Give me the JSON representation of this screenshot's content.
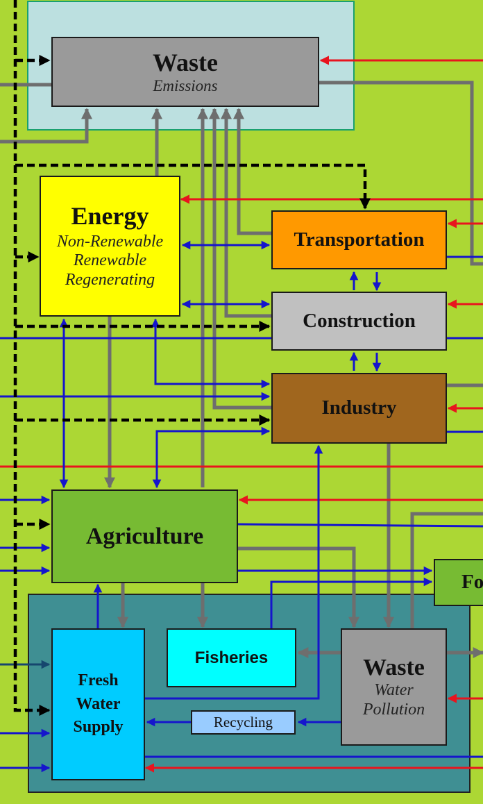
{
  "nodes": {
    "waste_emissions": {
      "title": "Waste",
      "subtitle": "Emissions"
    },
    "energy": {
      "title": "Energy",
      "lines": [
        "Non-Renewable",
        "Renewable",
        "Regenerating"
      ]
    },
    "transportation": {
      "title": "Transportation"
    },
    "construction": {
      "title": "Construction"
    },
    "industry": {
      "title": "Industry"
    },
    "agriculture": {
      "title": "Agriculture"
    },
    "food": {
      "title": "Fo"
    },
    "fisheries": {
      "title": "Fisheries"
    },
    "fresh_water": {
      "lines": [
        "Fresh",
        "Water",
        "Supply"
      ]
    },
    "waste_water": {
      "title": "Waste",
      "lines": [
        "Water",
        "Pollution"
      ]
    },
    "recycling": {
      "title": "Recycling"
    }
  },
  "colors": {
    "background": "#acd734",
    "atmosphere_region": "#bce0e0",
    "water_region": "#3f8f93",
    "waste_box": "#9a9a9a",
    "energy_box": "#ffff00",
    "transportation_box": "#ff9900",
    "construction_box": "#c0c0c0",
    "industry_box": "#a0661e",
    "agriculture_box": "#77bb33",
    "fisheries_box": "#00ffff",
    "fresh_water_box": "#00ccff",
    "recycling_box": "#99ccff",
    "arrow_gray": "#6e6e6e",
    "arrow_blue": "#1515cc",
    "arrow_red": "#e8141e",
    "arrow_black": "#000000"
  }
}
